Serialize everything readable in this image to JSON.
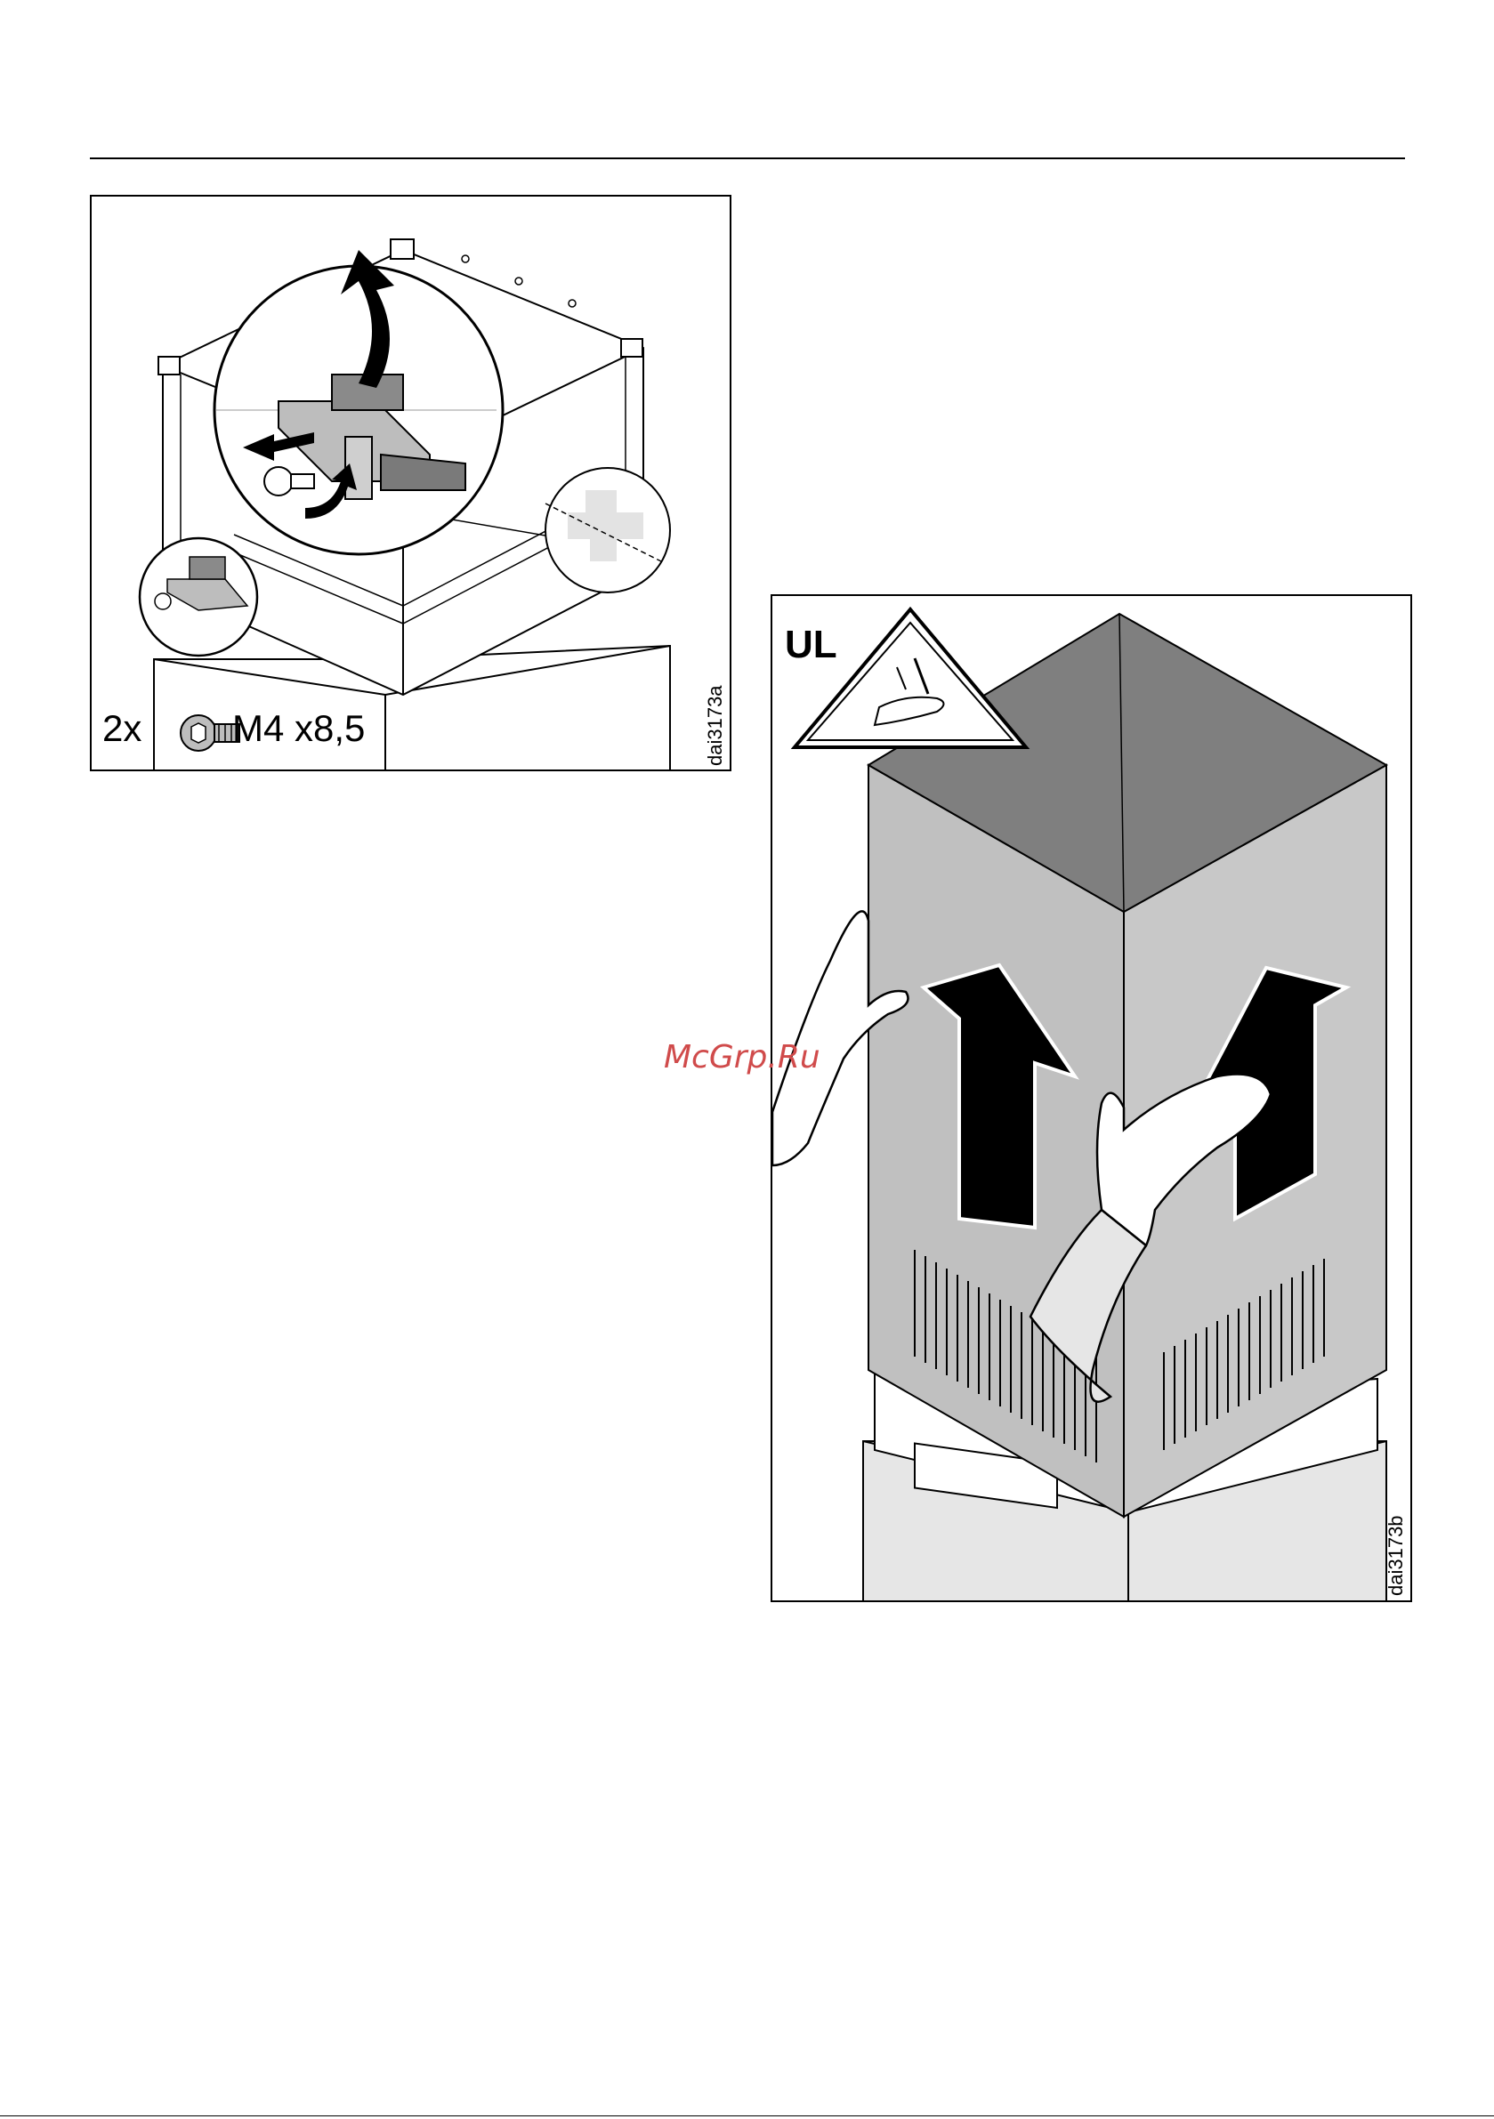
{
  "figure_a": {
    "code": "dai3173a",
    "screw_qty": "2x",
    "screw_spec": "M4 x8,5"
  },
  "figure_b": {
    "code": "dai3173b",
    "badge": "UL"
  },
  "watermark": "McGrp.Ru",
  "colors": {
    "line": "#000000",
    "panel_light": "#c0c0c0",
    "panel_dark": "#7f7f7f",
    "base_light": "#e6e6e6",
    "arrow": "#000000",
    "watermark": "#d04b4b"
  },
  "icons": [
    "screw-icon",
    "warning-hand-icon",
    "up-arrow-icon",
    "hand-icon",
    "glove-icon"
  ]
}
